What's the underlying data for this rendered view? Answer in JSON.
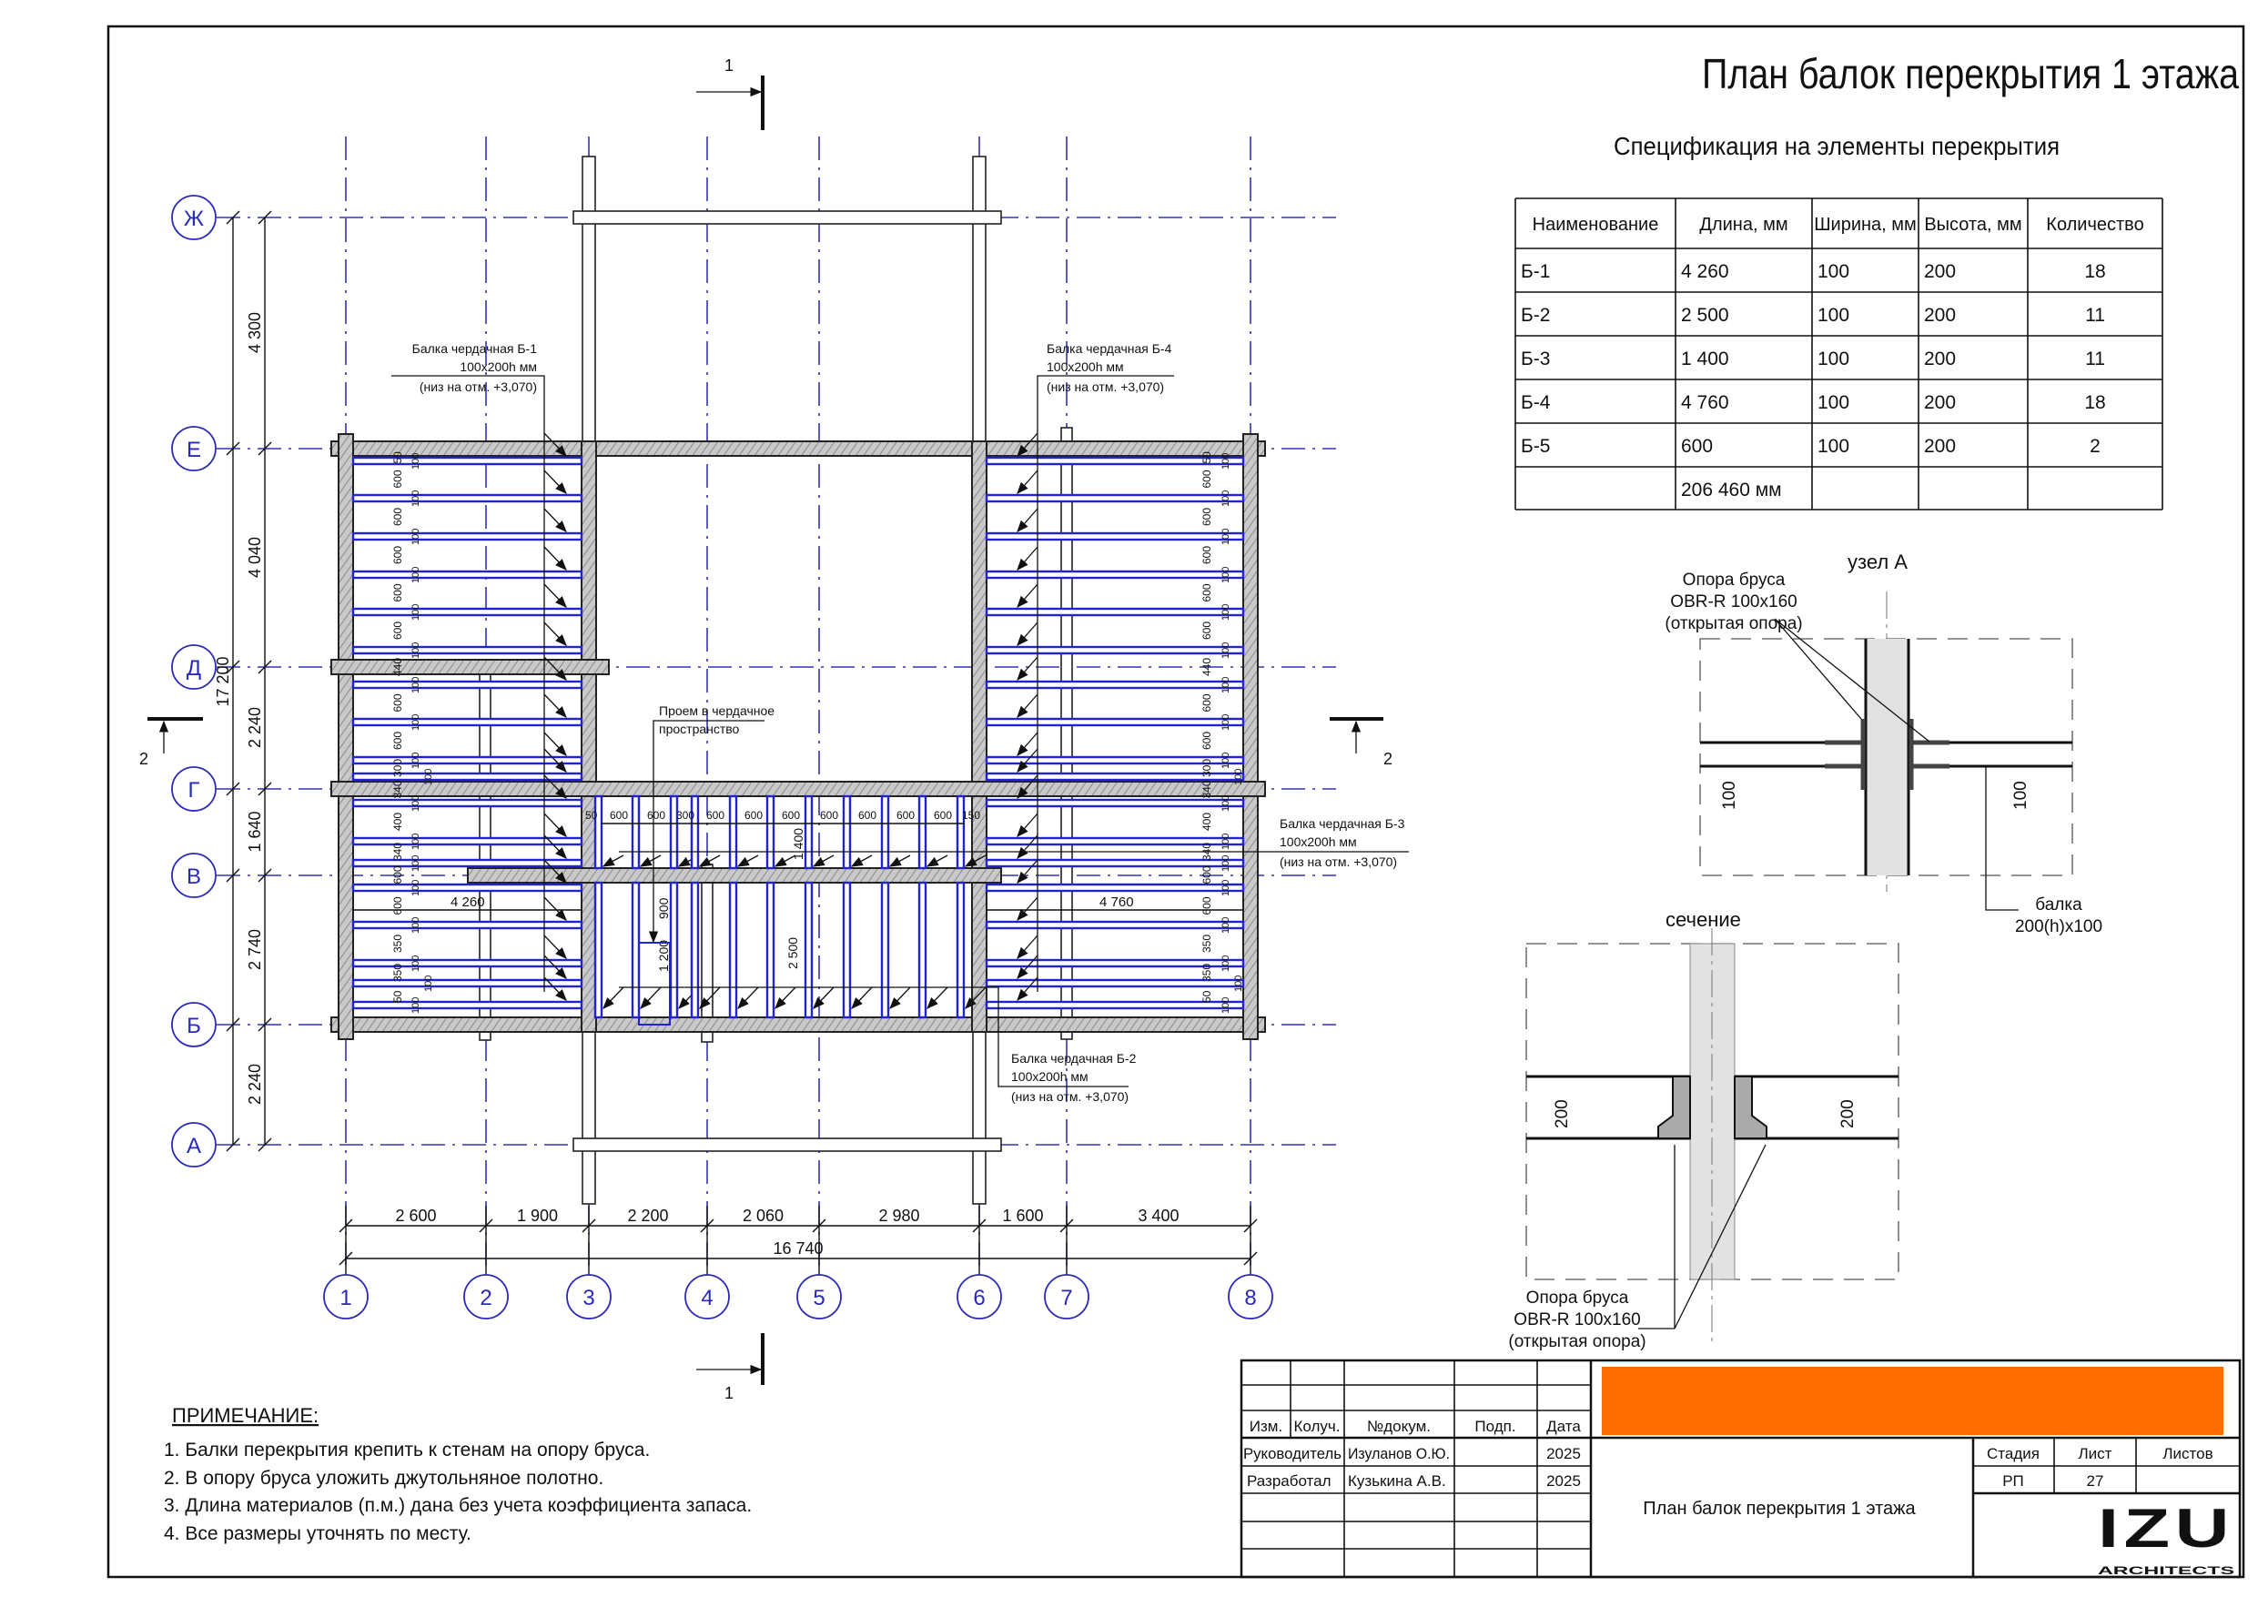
{
  "title": "План балок перекрытия 1 этажа",
  "spec": {
    "title": "Спецификация на элементы перекрытия",
    "headers": [
      "Наименование",
      "Длина, мм",
      "Ширина, мм",
      "Высота, мм",
      "Количество"
    ],
    "rows": [
      [
        "Б-1",
        "4  260",
        "100",
        "200",
        "18"
      ],
      [
        "Б-2",
        "2  500",
        "100",
        "200",
        "11"
      ],
      [
        "Б-3",
        "1  400",
        "100",
        "200",
        "11"
      ],
      [
        "Б-4",
        "4  760",
        "100",
        "200",
        "18"
      ],
      [
        "Б-5",
        "600",
        "100",
        "200",
        "2"
      ]
    ],
    "total": "206  460 мм"
  },
  "axes": {
    "columns": [
      "1",
      "2",
      "3",
      "4",
      "5",
      "6",
      "7",
      "8"
    ],
    "rows": [
      "Ж",
      "Е",
      "Д",
      "Г",
      "В",
      "Б",
      "А"
    ]
  },
  "dimensions": {
    "vertical": [
      "4 300",
      "4 040",
      "2 240",
      "1 640",
      "2 740",
      "2 240"
    ],
    "vertical_total": "17 200",
    "horizontal": [
      "2 600",
      "1 900",
      "2 200",
      "2 060",
      "2 980",
      "1 600",
      "3 400"
    ],
    "horizontal_total": "16 740",
    "inner": {
      "left_span": "4  260",
      "right_span": "4  760",
      "b3_span": "1 400",
      "b2_span": "2 500",
      "opening_a": "900",
      "opening_b": "1 200"
    },
    "beam_gaps": [
      "50",
      "600",
      "600",
      "600",
      "600",
      "600",
      "440",
      "600",
      "600",
      "300",
      "340",
      "400",
      "340",
      "600",
      "600",
      "350",
      "350",
      "50"
    ],
    "beam_width": "100",
    "middle_gaps": [
      "50",
      "600",
      "600",
      "300",
      "600",
      "600",
      "600",
      "600",
      "600",
      "600",
      "600",
      "150"
    ]
  },
  "sections": {
    "cut1": "1",
    "cut2": "2"
  },
  "callouts": {
    "b1": {
      "name": "Балка чердачная Б-1",
      "size": "100х200h мм",
      "level": "(низ на отм. +3,070)"
    },
    "b4": {
      "name": "Балка чердачная Б-4",
      "size": "100х200h мм",
      "level": "(низ на отм. +3,070)"
    },
    "b3": {
      "name": "Балка чердачная Б-3",
      "size": "100х200h мм",
      "level": "(низ на отм. +3,070)"
    },
    "b2": {
      "name": "Балка чердачная Б-2",
      "size": "100х200h мм",
      "level": "(низ на отм. +3,070)"
    },
    "opening": {
      "line1": "Проем в чердачное",
      "line2": "пространство"
    }
  },
  "detail_a": {
    "title": "узел А",
    "support": [
      "Опора бруса",
      "OBR-R 100x160",
      "(открытая опора)"
    ],
    "beam": [
      "балка",
      "200(h)x100"
    ],
    "dim": "100"
  },
  "detail_section": {
    "title": "сечение",
    "support": [
      "Опора бруса",
      "OBR-R 100x160",
      "(открытая опора)"
    ],
    "dim": "200"
  },
  "notes": {
    "heading": "ПРИМЕЧАНИЕ:",
    "items": [
      "1. Балки перекрытия крепить к стенам на опору бруса.",
      "2. В опору бруса уложить джутольняное полотно.",
      "3. Длина материалов (п.м.) дана без учета коэффициента запаса.",
      "4. Все размеры уточнять по месту."
    ]
  },
  "title_block": {
    "headers": [
      "Изм.",
      "Колуч.",
      "№докум.",
      "Подп.",
      "Дата"
    ],
    "rows": [
      {
        "role": "Руководитель",
        "name": "Изуланов О.Ю.",
        "date": "2025"
      },
      {
        "role": "Разработал",
        "name": "Кузькина А.В.",
        "date": "2025"
      }
    ],
    "sheet_title": "План балок перекрытия 1 этажа",
    "stage_label": "Стадия",
    "sheet_label": "Лист",
    "sheets_label": "Листов",
    "stage": "РП",
    "sheet": "27",
    "logo": "IZU",
    "logo_sub": "ARCHITECTS",
    "banner_color": "#ff6b00"
  },
  "colors": {
    "beam": "#2323d6",
    "axis": "#3434b0"
  }
}
